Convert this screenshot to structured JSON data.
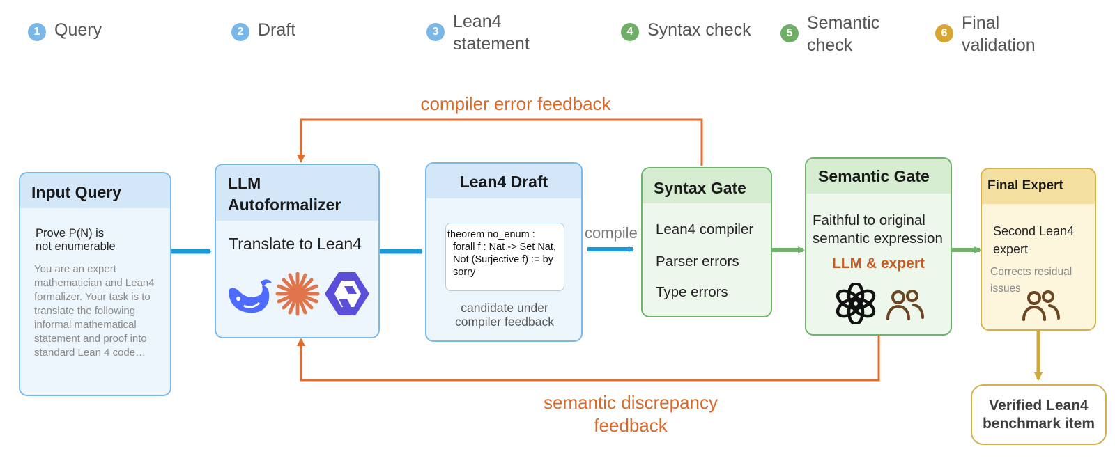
{
  "steps": [
    {
      "num": "1",
      "label": "Query",
      "color": "#7bb7e6"
    },
    {
      "num": "2",
      "label": "Draft",
      "color": "#7bb7e6"
    },
    {
      "num": "3",
      "label": "Lean4\nstatement",
      "color": "#7bb7e6"
    },
    {
      "num": "4",
      "label": "Syntax check",
      "color": "#6fae66"
    },
    {
      "num": "5",
      "label": "Semantic\ncheck",
      "color": "#6fae66"
    },
    {
      "num": "6",
      "label": "Final\nvalidation",
      "color": "#d7a531"
    }
  ],
  "input_query": {
    "title": "Input Query",
    "query": "Prove P(N) is\nnot enumerable",
    "prompt": "You are an expert mathematician and Lean4 formalizer. Your task is to translate the following informal mathematical statement and proof into standard Lean 4 code…"
  },
  "llm": {
    "title": "LLM\nAutoformalizer",
    "subtitle": "Translate to Lean4",
    "icons": [
      "deepseek-whale-icon",
      "claude-starburst-icon",
      "qwen-logo-icon"
    ]
  },
  "draft": {
    "title": "Lean4 Draft",
    "code": "theorem no_enum :\n  forall f : Nat -> Set Nat,\n  Not (Surjective f) := by\n  sorry",
    "caption": "candidate under\ncompiler feedback"
  },
  "compile_label": "compile",
  "syntax_gate": {
    "title": "Syntax Gate",
    "item1": "Lean4 compiler",
    "item2": "Parser errors",
    "item3": "Type errors"
  },
  "semantic_gate": {
    "title": "Semantic Gate",
    "desc": "Faithful to original\nsemantic expression",
    "highlight": "LLM & expert",
    "icons": [
      "openai-logo-icon",
      "people-icon"
    ]
  },
  "final_expert": {
    "title": "Final Expert",
    "desc": "Second Lean4\nexpert",
    "note": "Corrects residual\nissues",
    "icon": "people-icon"
  },
  "output": "Verified Lean4\nbenchmark item",
  "feedback_top": "compiler error feedback",
  "feedback_bottom": "semantic discrepancy\nfeedback",
  "colors": {
    "blue_arrow": "#1a9bd7",
    "green_arrow": "#6fb36a",
    "orange_arrow": "#e46d2c",
    "gold_arrow": "#d1a83a"
  }
}
